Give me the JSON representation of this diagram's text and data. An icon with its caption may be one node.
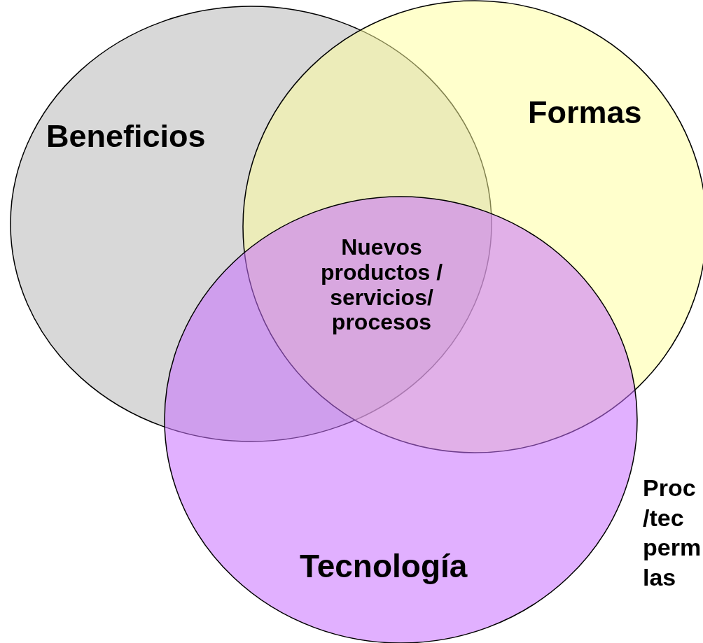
{
  "diagram": {
    "nodes": [
      {
        "text": [
          "Beneficios"
        ]
      },
      {
        "text": [
          "Formas"
        ]
      },
      {
        "text": [
          "Tecnología"
        ]
      }
    ],
    "labels": [
      "Nuevos productos / servicios/ procesos",
      "Proc",
      "/tec",
      "perm",
      "las"
    ]
  }
}
